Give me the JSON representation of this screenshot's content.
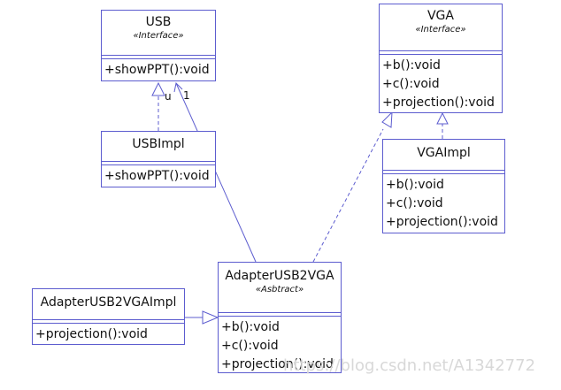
{
  "classes": {
    "usb": {
      "name": "USB",
      "stereotype": "«Interface»",
      "ops": [
        "+showPPT():void"
      ]
    },
    "vga": {
      "name": "VGA",
      "stereotype": "«Interface»",
      "ops": [
        "+b():void",
        "+c():void",
        "+projection():void"
      ]
    },
    "usbimpl": {
      "name": "USBImpl",
      "ops": [
        "+showPPT():void"
      ]
    },
    "vgaimpl": {
      "name": "VGAImpl",
      "ops": [
        "+b():void",
        "+c():void",
        "+projection():void"
      ]
    },
    "adapter": {
      "name": "AdapterUSB2VGA",
      "stereotype": "«Asbtract»",
      "ops": [
        "+b():void",
        "+c():void",
        "+projection():void"
      ]
    },
    "adapterimpl": {
      "name": "AdapterUSB2VGAImpl",
      "ops": [
        "+projection():void"
      ]
    }
  },
  "multiplicity": {
    "near_usb_u": "u",
    "near_usb_1": "1"
  },
  "watermark": "https://blog.csdn.net/A1342772",
  "colors": {
    "line": "#5c5ccf",
    "text": "#111111"
  }
}
